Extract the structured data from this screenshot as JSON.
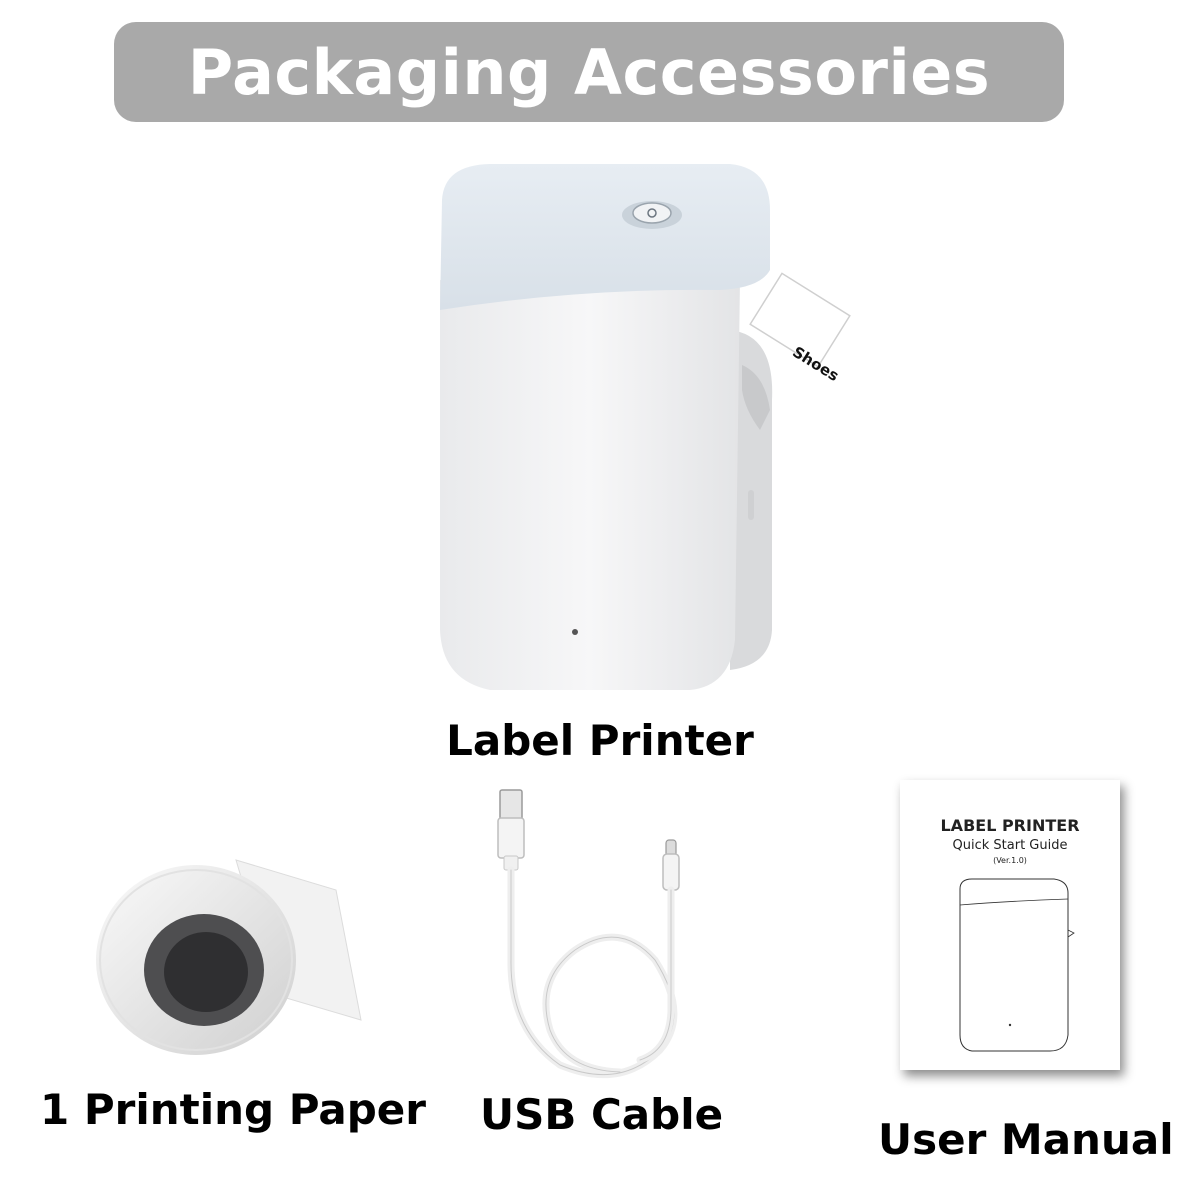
{
  "banner": {
    "title": "Packaging Accessories",
    "color": "#a9a9a9"
  },
  "items": {
    "printer": {
      "caption": "Label Printer",
      "label_text": "Shoes"
    },
    "paper": {
      "caption": "1 Printing Paper"
    },
    "cable": {
      "caption": "USB Cable"
    },
    "manual": {
      "caption": "User Manual",
      "cover_title": "LABEL PRINTER",
      "cover_subtitle": "Quick Start Guide",
      "cover_version": "(Ver.1.0)"
    }
  }
}
